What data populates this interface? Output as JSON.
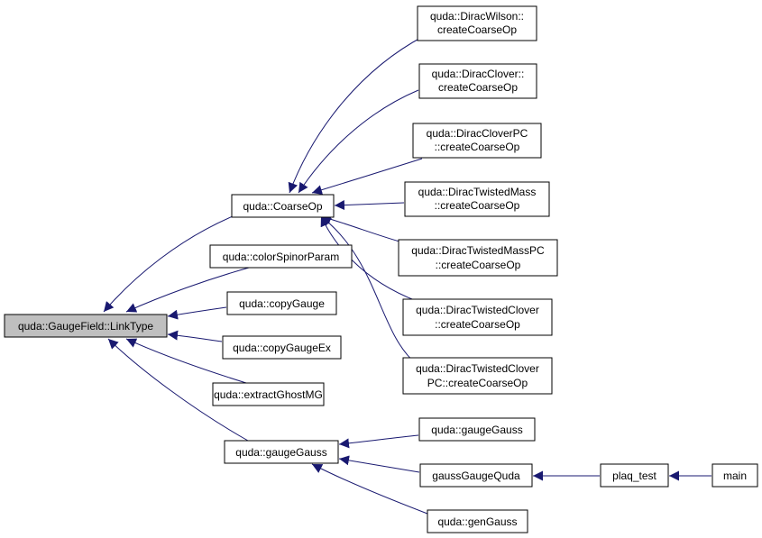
{
  "graph": {
    "nodes": {
      "linktype": [
        "quda::GaugeField::LinkType"
      ],
      "coarseop": [
        "quda::CoarseOp"
      ],
      "colorspinor": [
        "quda::colorSpinorParam"
      ],
      "copygauge": [
        "quda::copyGauge"
      ],
      "copygaugeex": [
        "quda::copyGaugeEx"
      ],
      "extractghost": [
        "quda::extractGhostMG"
      ],
      "gaugegauss": [
        "quda::gaugeGauss"
      ],
      "diracwilson": [
        "quda::DiracWilson::",
        "createCoarseOp"
      ],
      "diracclover": [
        "quda::DiracClover::",
        "createCoarseOp"
      ],
      "diraccloverpc": [
        "quda::DiracCloverPC",
        "::createCoarseOp"
      ],
      "dirtwmass": [
        "quda::DiracTwistedMass",
        "::createCoarseOp"
      ],
      "dirtwmasspc": [
        "quda::DiracTwistedMassPC",
        "::createCoarseOp"
      ],
      "dirtwclover": [
        "quda::DiracTwistedClover",
        "::createCoarseOp"
      ],
      "dirtwcloverpc": [
        "quda::DiracTwistedClover",
        "PC::createCoarseOp"
      ],
      "gaugegauss2": [
        "quda::gaugeGauss"
      ],
      "gaussgaugequda": [
        "gaussGaugeQuda"
      ],
      "gengauss": [
        "quda::genGauss"
      ],
      "plaqtest": [
        "plaq_test"
      ],
      "main": [
        "main"
      ]
    },
    "colors": {
      "edge": "#191970",
      "root_fill": "#bfbfbf",
      "node_fill": "#ffffff",
      "node_border": "#000000"
    }
  }
}
